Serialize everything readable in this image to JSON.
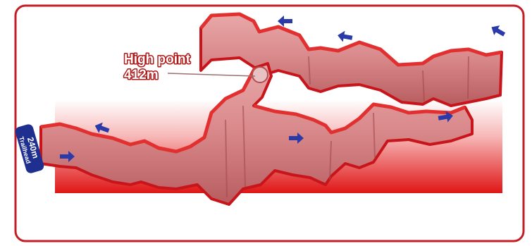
{
  "callout": {
    "title": "High point",
    "value": "412m"
  },
  "trailhead": {
    "elevation": "240m",
    "label": "Trailhead"
  },
  "colors": {
    "frame": "#c31e26",
    "ribbon_fill": "#d98a8c",
    "ribbon_edge": "#c8151c",
    "background_gradient_bottom": "#e01616",
    "arrow": "#2a3aa8",
    "badge": "#1f2f8f"
  },
  "icons": [
    "direction-arrow-icon",
    "high-point-marker-icon"
  ]
}
